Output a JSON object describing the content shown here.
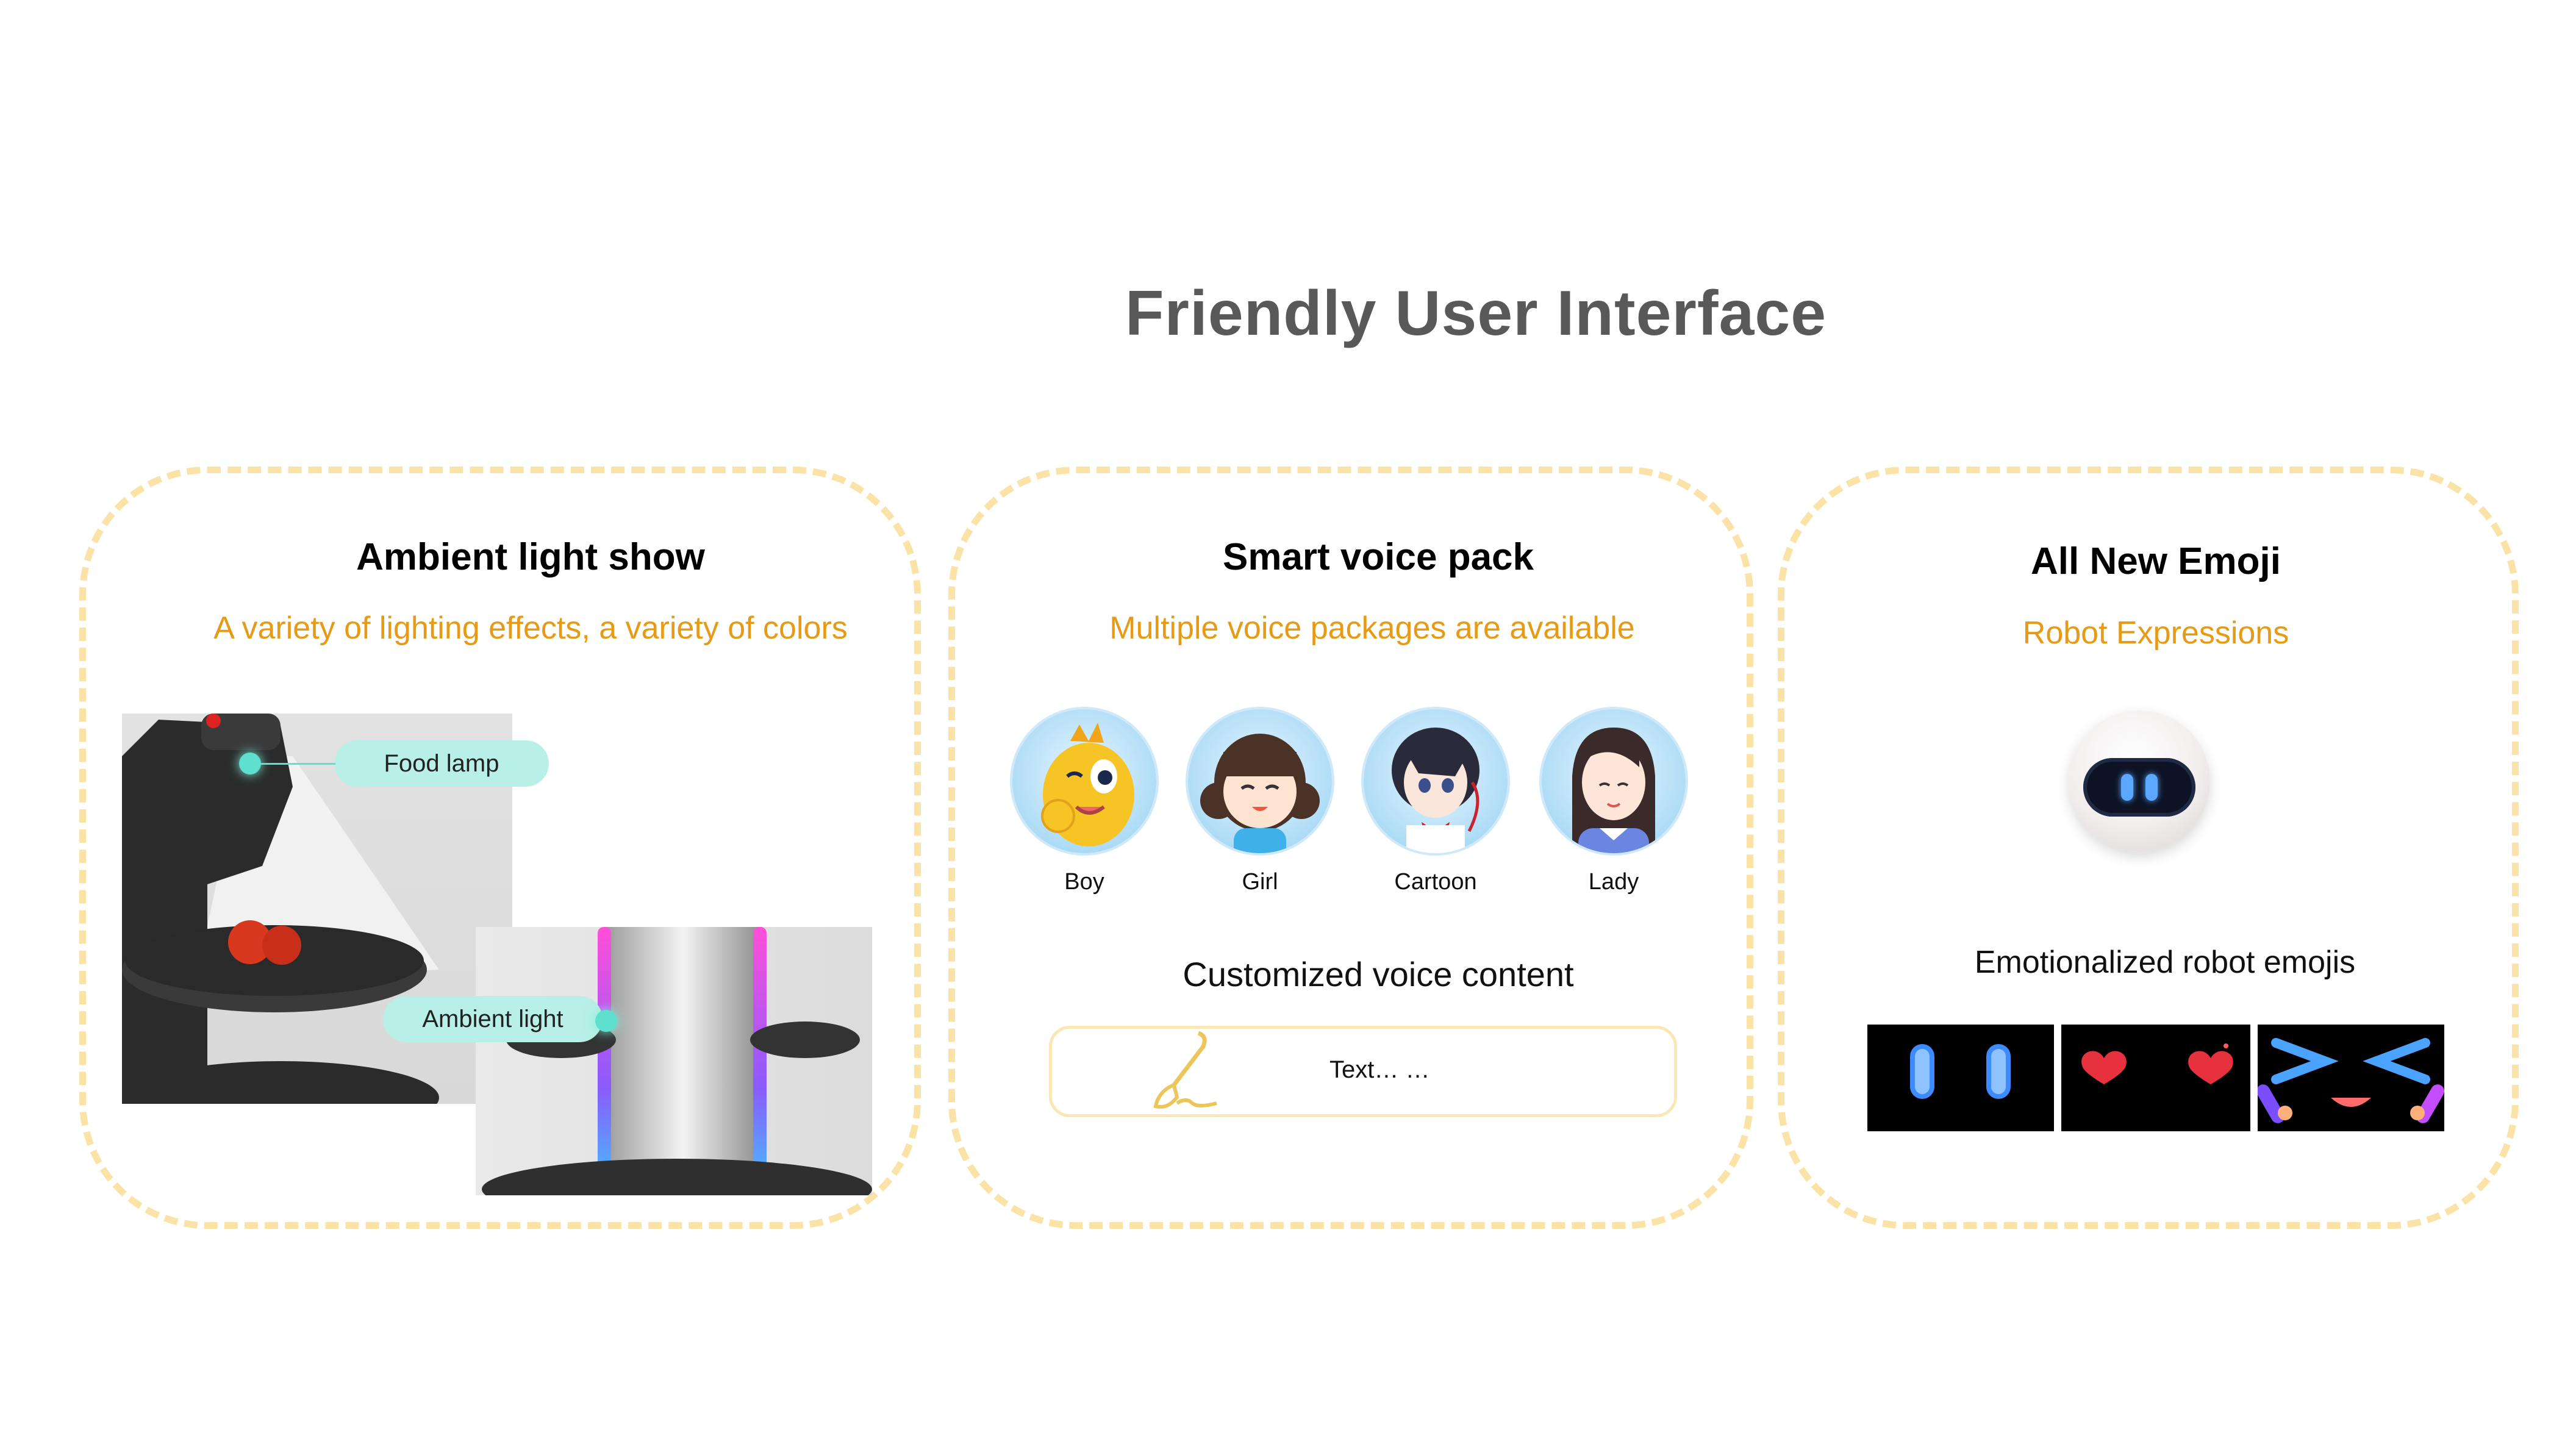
{
  "page": {
    "title": "Friendly User Interface"
  },
  "ambient": {
    "heading": "Ambient light show",
    "subtitle": "A variety of lighting effects, a variety of colors",
    "callout_food": "Food lamp",
    "callout_ambient": "Ambient  light"
  },
  "voice": {
    "heading": "Smart voice pack",
    "subtitle": "Multiple voice packages are available",
    "avatars": [
      {
        "label": "Boy"
      },
      {
        "label": "Girl"
      },
      {
        "label": "Cartoon"
      },
      {
        "label": "Lady"
      }
    ],
    "custom_heading": "Customized voice content",
    "text_box_value": "Text… …"
  },
  "emoji": {
    "heading": "All New Emoji",
    "subtitle": "Robot Expressions",
    "caption": "Emotionalized  robot  emojis",
    "tiles": [
      "eyes-emoji",
      "hearts-emoji",
      "happy-emoji"
    ]
  },
  "colors": {
    "accent": "#e69a16",
    "border": "#fbe3a8",
    "title": "#595959",
    "callout": "#b8efe6"
  }
}
